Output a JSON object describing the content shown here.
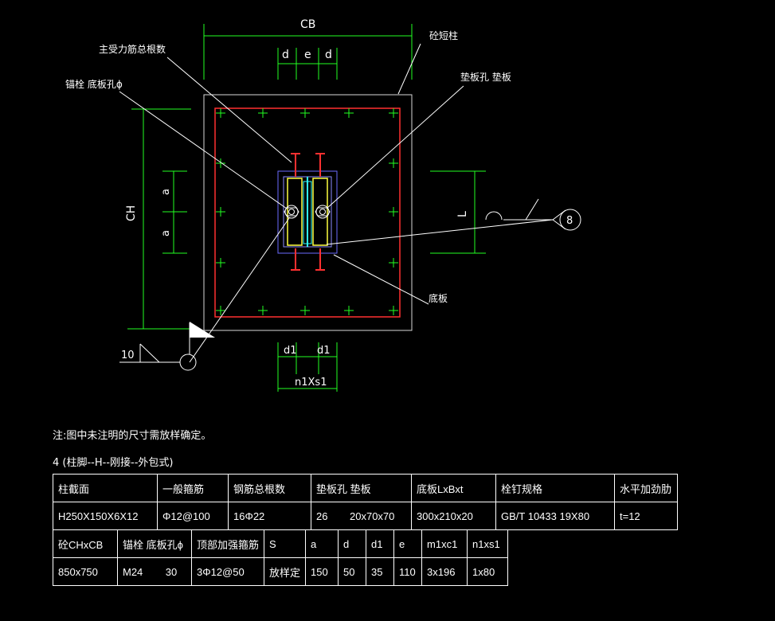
{
  "drawing": {
    "dims": {
      "cb": "CB",
      "ch": "CH",
      "d_left": "d",
      "e": "e",
      "d_right": "d",
      "a_upper": "a",
      "a_lower": "a",
      "l": "L",
      "d1_left": "d1",
      "d1_right": "d1",
      "n1xs1": "n1Xs1",
      "weld_size": "10",
      "weld_circle": "8"
    },
    "callouts": {
      "main_rebar": "主受力筋总根数",
      "anchor_bolt": "锚栓 底板孔ϕ",
      "concrete_column": "砼短柱",
      "washer": "垫板孔 垫板",
      "base_plate": "底板"
    },
    "colors": {
      "dim": "#22ff22",
      "rebar": "#ff3030",
      "outline": "#e0e0e0",
      "plate": "#7070ff",
      "steel": "#ffff40",
      "web": "#30ffff"
    }
  },
  "notes": {
    "note": "注:图中未注明的尺寸需放样确定。",
    "caption": "4 (柱脚--H--刚接--外包式)"
  },
  "table": {
    "row1": [
      "柱截面",
      "一般箍筋",
      "钢筋总根数",
      "垫板孔 垫板",
      "底板LxBxt",
      "栓钉规格",
      "水平加劲肋"
    ],
    "row2": [
      "H250X150X6X12",
      "Φ12@100",
      "16Φ22",
      "26",
      "20x70x70",
      "300x210x20",
      "GB/T 10433 19X80",
      "t=12"
    ],
    "row3": [
      "砼CHxCB",
      "锚栓 底板孔ϕ",
      "顶部加强箍筋",
      "S",
      "a",
      "d",
      "d1",
      "e",
      "m1xc1",
      "n1xs1"
    ],
    "row4": [
      "850x750",
      "M24",
      "30",
      "3Φ12@50",
      "放样定",
      "150",
      "50",
      "35",
      "110",
      "3x196",
      "1x80"
    ]
  }
}
